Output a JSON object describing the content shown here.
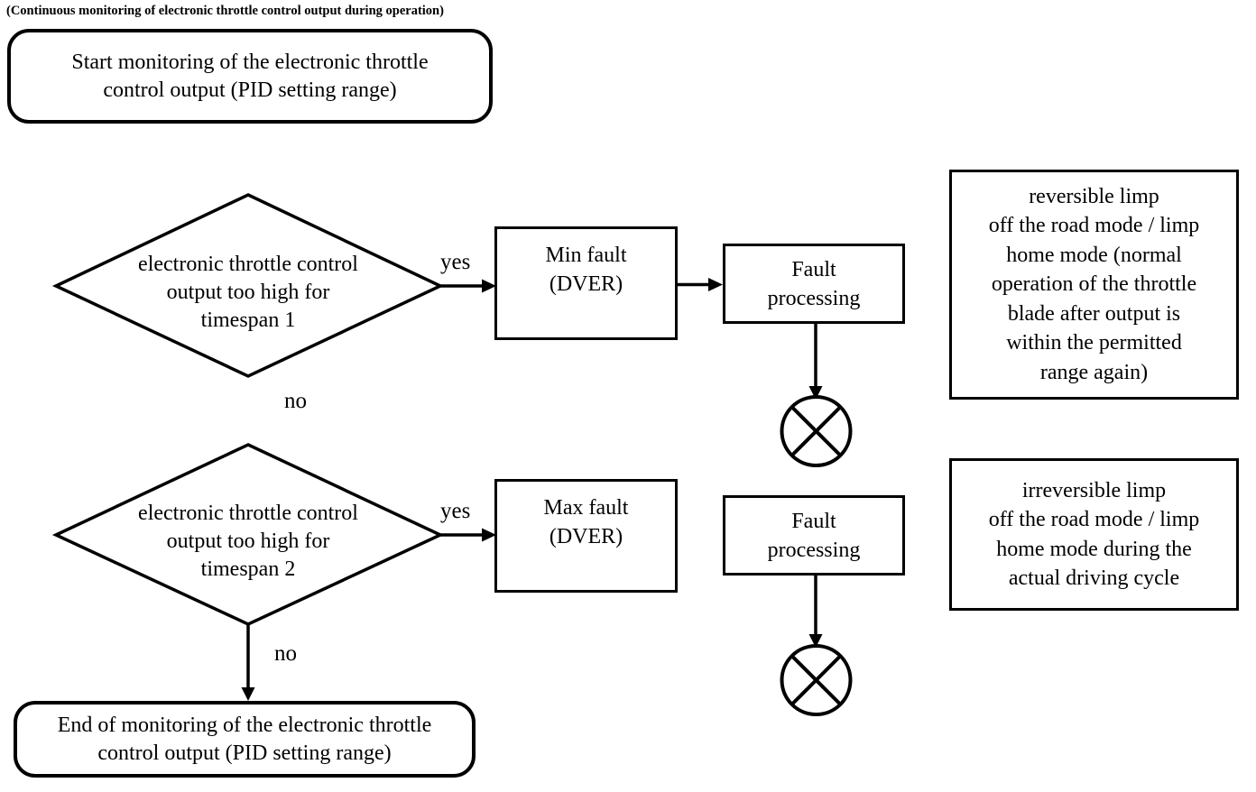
{
  "caption": "(Continuous monitoring of electronic throttle control output during operation)",
  "colors": {
    "ink": "#000000",
    "background": "#ffffff"
  },
  "flowchart": {
    "start": {
      "lines": [
        "Start monitoring of the electronic throttle",
        "control output (PID setting range)"
      ]
    },
    "decision1": {
      "lines": [
        "electronic throttle control",
        "output too high for",
        "timespan 1"
      ],
      "yes_label": "yes",
      "no_label": "no"
    },
    "min_fault": {
      "lines": [
        "Min fault",
        "(DVER)"
      ]
    },
    "fault_processing1": {
      "lines": [
        "Fault",
        "processing"
      ]
    },
    "note1": {
      "lines": [
        "reversible limp",
        "off the road mode / limp",
        "home mode (normal",
        "operation of the throttle",
        "blade after output is",
        "within the permitted",
        "range again)"
      ]
    },
    "decision2": {
      "lines": [
        "electronic throttle control",
        "output too high for",
        "timespan 2"
      ],
      "yes_label": "yes",
      "no_label": "no"
    },
    "max_fault": {
      "lines": [
        "Max fault",
        "(DVER)"
      ]
    },
    "fault_processing2": {
      "lines": [
        "Fault",
        "processing"
      ]
    },
    "note2": {
      "lines": [
        "irreversible limp",
        "off the road mode / limp",
        "home mode during the",
        "actual driving cycle"
      ]
    },
    "end": {
      "lines": [
        "End of monitoring of the electronic throttle",
        "control output (PID setting range)"
      ]
    }
  }
}
